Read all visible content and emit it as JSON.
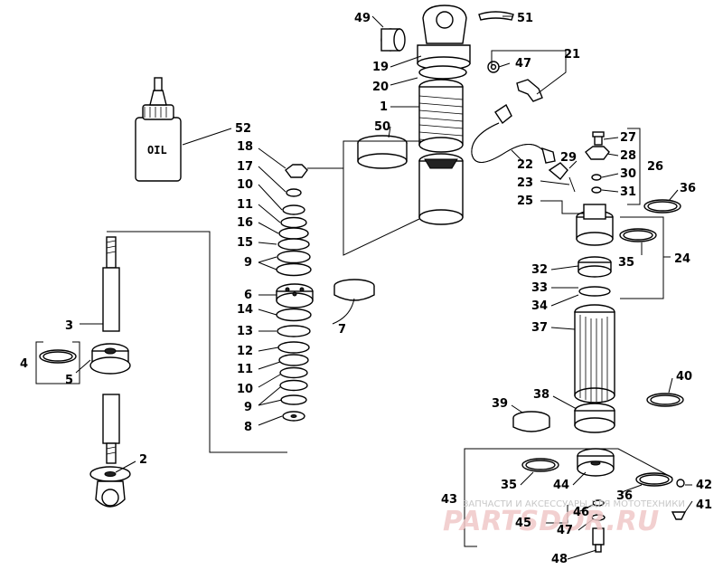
{
  "labels": [
    {
      "text": "49"
    },
    {
      "text": "51"
    },
    {
      "text": "19"
    },
    {
      "text": "47"
    },
    {
      "text": "21"
    },
    {
      "text": "20"
    },
    {
      "text": "1"
    },
    {
      "text": "50"
    },
    {
      "text": "52"
    },
    {
      "text": "18"
    },
    {
      "text": "17"
    },
    {
      "text": "10"
    },
    {
      "text": "11"
    },
    {
      "text": "16"
    },
    {
      "text": "15"
    },
    {
      "text": "9"
    },
    {
      "text": "6"
    },
    {
      "text": "7"
    },
    {
      "text": "14"
    },
    {
      "text": "13"
    },
    {
      "text": "12"
    },
    {
      "text": "11"
    },
    {
      "text": "10"
    },
    {
      "text": "9"
    },
    {
      "text": "8"
    },
    {
      "text": "3"
    },
    {
      "text": "4"
    },
    {
      "text": "5"
    },
    {
      "text": "2"
    },
    {
      "text": "22"
    },
    {
      "text": "23"
    },
    {
      "text": "25"
    },
    {
      "text": "27"
    },
    {
      "text": "28"
    },
    {
      "text": "29"
    },
    {
      "text": "26"
    },
    {
      "text": "30"
    },
    {
      "text": "31"
    },
    {
      "text": "36"
    },
    {
      "text": "24"
    },
    {
      "text": "35"
    },
    {
      "text": "32"
    },
    {
      "text": "33"
    },
    {
      "text": "34"
    },
    {
      "text": "37"
    },
    {
      "text": "40"
    },
    {
      "text": "38"
    },
    {
      "text": "39"
    },
    {
      "text": "35"
    },
    {
      "text": "44"
    },
    {
      "text": "36"
    },
    {
      "text": "42"
    },
    {
      "text": "41"
    },
    {
      "text": "43"
    },
    {
      "text": "46"
    },
    {
      "text": "45"
    },
    {
      "text": "47"
    },
    {
      "text": "48"
    }
  ],
  "oil_bottle_text": "OIL",
  "watermark": {
    "caption": "ЗАПЧАСТИ И АКСЕССУАРЫ ДЛЯ МОТОТЕХНИКИ",
    "logo": "PARTSDOR.RU"
  }
}
